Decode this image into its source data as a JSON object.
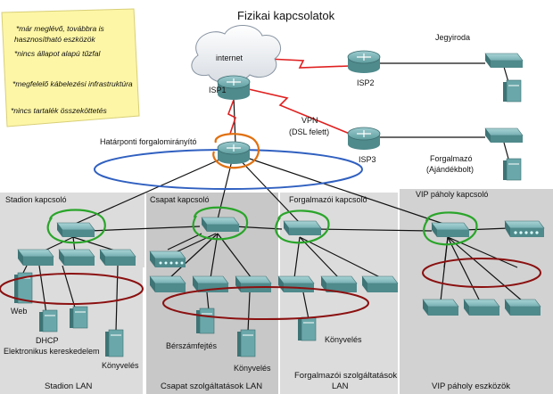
{
  "title": "Fizikai kapcsolatok",
  "legend": {
    "items": [
      {
        "text": "*már meglévő, továbbra is",
        "color": "#2aa52a"
      },
      {
        "text": "hasznosítható eszközök",
        "color": "#2aa52a"
      },
      {
        "text": "*nincs állapot alapú tűzfal",
        "color": "#e07010"
      },
      {
        "text": "*megfelelő kábelezési infrastruktúra",
        "color": "#8b1010"
      },
      {
        "text": "*nincs tartalék összeköttetés",
        "color": "#3050c0"
      }
    ]
  },
  "labels": {
    "internet": "internet",
    "isp1": "ISP1",
    "isp2": "ISP2",
    "isp3": "ISP3",
    "jegyiroda": "Jegyiroda",
    "vpn_line1": "VPN",
    "vpn_line2": "(DSL felett)",
    "forgalmazo_line1": "Forgalmazó",
    "forgalmazo_line2": "(Ajándékbolt)",
    "border_router": "Határponti forgalomirányító",
    "stadion_switch": "Stadion kapcsoló",
    "csapat_switch": "Csapat kapcsoló",
    "forgalmazoi_switch": "Forgalmazói kapcsoló",
    "vip_switch": "VIP páholy kapcsoló",
    "web": "Web",
    "dhcp": "DHCP",
    "ecommerce": "Elektronikus kereskedelem",
    "konyveles1": "Könyvelés",
    "berszamfejtes": "Bérszámfejtés",
    "konyveles2": "Könyvelés",
    "konyveles3": "Könyvelés"
  },
  "zones": {
    "stadion": "Stadion LAN",
    "csapat": "Csapat szolgáltatások LAN",
    "forgalmazoi_line1": "Forgalmazói szolgáltatások",
    "forgalmazoi_line2": "LAN",
    "vip": "VIP páholy eszközök"
  },
  "colors": {
    "existing": "#2aa52a",
    "firewall": "#e07010",
    "cabling": "#8b1010",
    "redundancy": "#3050c0",
    "zone_fill": "#dcdcdc",
    "device": "#5f9ea0",
    "wan": "#e02020"
  }
}
